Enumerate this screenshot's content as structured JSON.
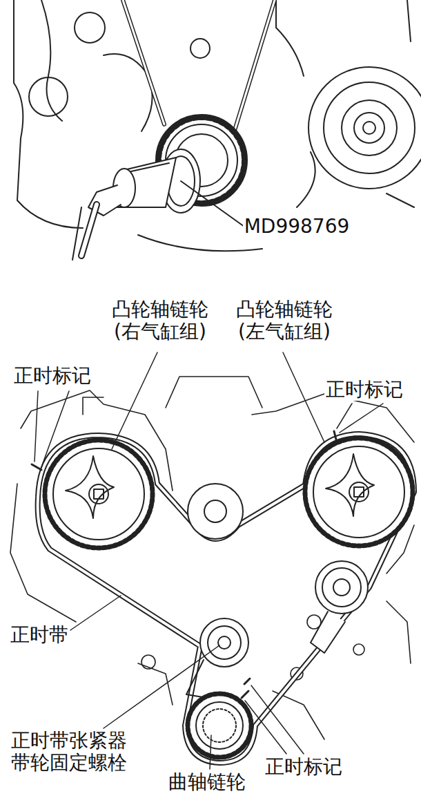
{
  "diagram": {
    "labels": [
      "MD998769",
      "凸轮轴链轮 (右气缸组)",
      "凸轮轴链轮 (左气缸组)",
      "正时标记",
      "正时标记",
      "正时带",
      "正时带张紧器 带轮固定螺栓",
      "曲轴链轮",
      "正时标记"
    ]
  }
}
